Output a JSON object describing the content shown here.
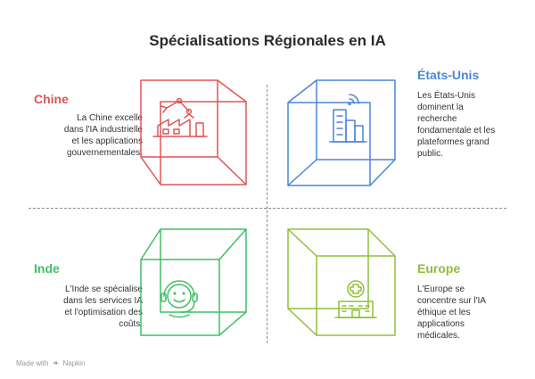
{
  "title": "Spécialisations Régionales en IA",
  "quadrants": {
    "china": {
      "name": "Chine",
      "color": "#e05555",
      "icon": "factory-robot-arm-icon",
      "description": [
        "La Chine excelle",
        "dans l'IA industrielle",
        "et les applications",
        "gouvernementales."
      ]
    },
    "usa": {
      "name": "États-Unis",
      "color": "#4a86d6",
      "icon": "city-buildings-signal-icon",
      "description": [
        "Les États-Unis",
        "dominent la",
        "recherche",
        "fondamentale et les",
        "plateformes grand",
        "public."
      ]
    },
    "india": {
      "name": "Inde",
      "color": "#3fbf62",
      "icon": "headset-support-icon",
      "description": [
        "L'Inde se spécialise",
        "dans les services IA",
        "et l'optimisation des",
        "coûts."
      ]
    },
    "europe": {
      "name": "Europe",
      "color": "#8fbf3a",
      "icon": "hospital-icon",
      "description": [
        "L'Europe se",
        "concentre sur l'IA",
        "éthique et les",
        "applications",
        "médicales."
      ]
    }
  },
  "footer": {
    "made_with": "Made with",
    "brand": "Napkin"
  }
}
